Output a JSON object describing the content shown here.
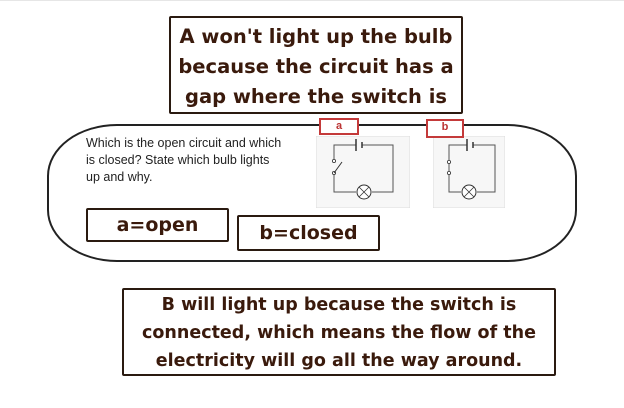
{
  "note_top": "A won't light up the bulb because the circuit has a gap where the switch is",
  "question": "Which is the open circuit and which is closed? State which bulb lights up and why.",
  "label_a": "a",
  "label_b": "b",
  "answer_a": "a=open",
  "answer_b": "b=closed",
  "note_bottom": "B will light up because the switch is connected, which means the flow of the electricity will go all the way around.",
  "colors": {
    "note_text": "#3a1a0c",
    "label_border": "#c43a3a"
  }
}
